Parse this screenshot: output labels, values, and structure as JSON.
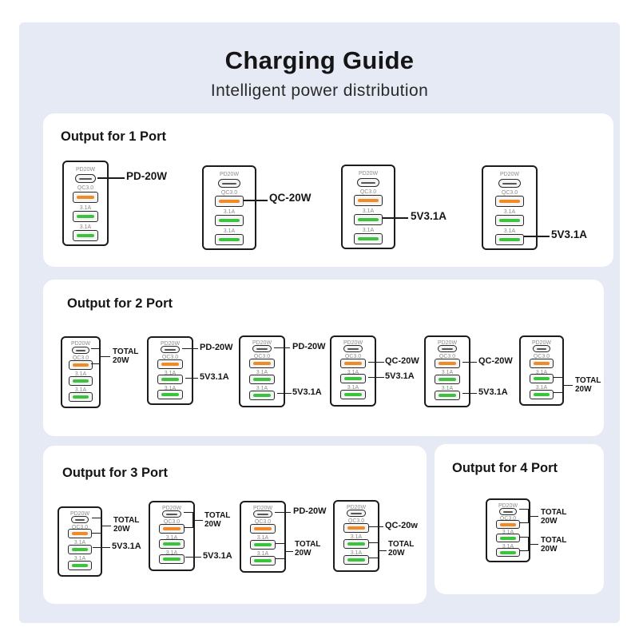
{
  "header": {
    "title": "Charging Guide",
    "subtitle": "Intelligent power distribution"
  },
  "port_labels": {
    "pd": "PD20W",
    "qc": "QC3.0",
    "a": "3.1A"
  },
  "sections": {
    "one_port": {
      "title": "Output for 1 Port",
      "configs": [
        "PD-20W",
        "QC-20W",
        "5V3.1A",
        "5V3.1A"
      ]
    },
    "two_port": {
      "title": "Output for 2 Port",
      "total_a": "TOTAL",
      "total_b": "20W",
      "c2_pd": "PD-20W",
      "c2_a": "5V3.1A",
      "c3_pd": "PD-20W",
      "c3_a": "5V3.1A",
      "c4_qc": "QC-20W",
      "c4_a": "5V3.1A",
      "c5_qc": "QC-20W",
      "c5_a": "5V3.1A",
      "c6_total": "TOTAL",
      "c6_w": "20W"
    },
    "three_port": {
      "title": "Output for 3 Port",
      "c1_total": "TOTAL",
      "c1_w": "20W",
      "c1_a": "5V3.1A",
      "c2_total": "TOTAL",
      "c2_w": "20W",
      "c2_a": "5V3.1A",
      "c3_pd": "PD-20W",
      "c3_total": "TOTAL",
      "c3_w": "20W",
      "c4_qc": "QC-20w",
      "c4_total": "TOTAL",
      "c4_w": "20W"
    },
    "four_port": {
      "title": "Output for 4 Port",
      "total1": "TOTAL",
      "w1": "20W",
      "total2": "TOTAL",
      "w2": "20W"
    }
  },
  "colors": {
    "background": "#e6eaf5",
    "qc_port": "#f08a24",
    "a_port": "#3cc33e"
  }
}
